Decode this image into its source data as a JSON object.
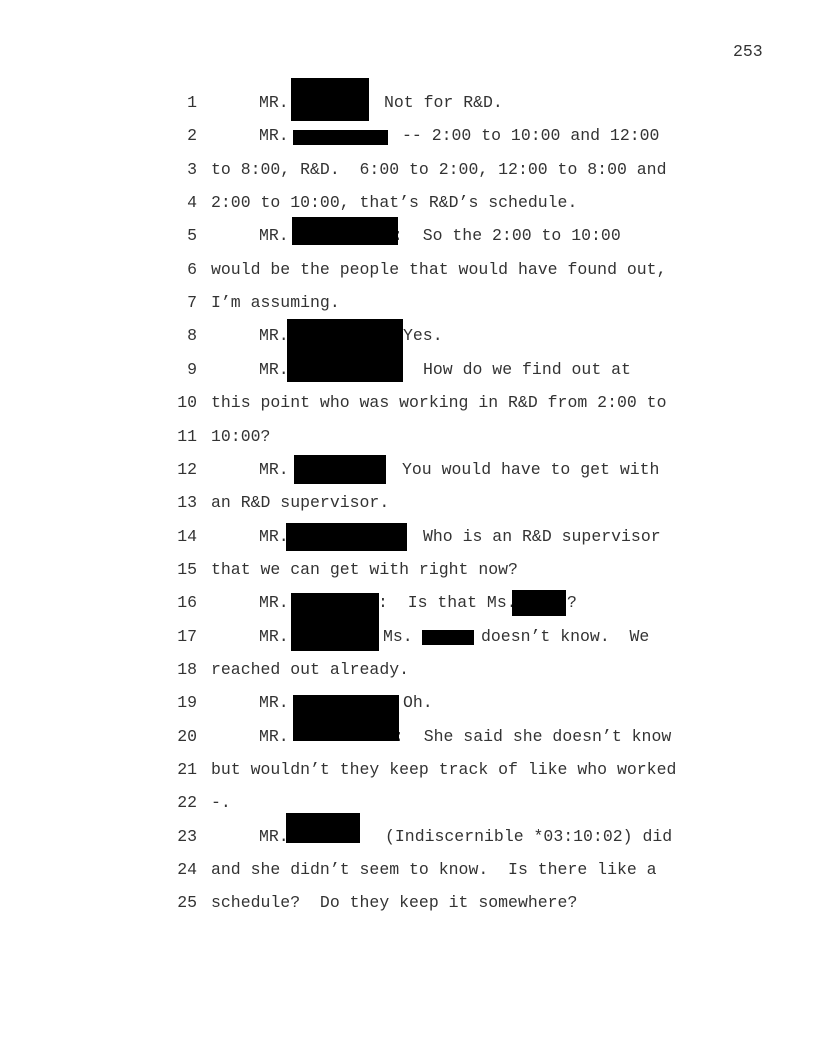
{
  "page_number": "253",
  "lines": [
    {
      "n": "1",
      "parts": [
        "MR.",
        "Not for R&D."
      ]
    },
    {
      "n": "2",
      "parts": [
        "MR.",
        "-- 2:00 to 10:00 and 12:00"
      ]
    },
    {
      "n": "3",
      "parts": [
        "to 8:00, R&D.  6:00 to 2:00, 12:00 to 8:00 and"
      ]
    },
    {
      "n": "4",
      "parts": [
        "2:00 to 10:00, that’s R&D’s schedule."
      ]
    },
    {
      "n": "5",
      "parts": [
        "MR.",
        ":  So the 2:00 to 10:00"
      ]
    },
    {
      "n": "6",
      "parts": [
        "would be the people that would have found out,"
      ]
    },
    {
      "n": "7",
      "parts": [
        "I’m assuming."
      ]
    },
    {
      "n": "8",
      "parts": [
        "MR.",
        "Yes."
      ]
    },
    {
      "n": "9",
      "parts": [
        "MR.",
        "How do we find out at"
      ]
    },
    {
      "n": "10",
      "parts": [
        "this point who was working in R&D from 2:00 to"
      ]
    },
    {
      "n": "11",
      "parts": [
        "10:00?"
      ]
    },
    {
      "n": "12",
      "parts": [
        "MR.",
        "You would have to get with"
      ]
    },
    {
      "n": "13",
      "parts": [
        "an R&D supervisor."
      ]
    },
    {
      "n": "14",
      "parts": [
        "MR.",
        "Who is an R&D supervisor"
      ]
    },
    {
      "n": "15",
      "parts": [
        "that we can get with right now?"
      ]
    },
    {
      "n": "16",
      "parts": [
        "MR.",
        ":  Is that Ms.",
        "?"
      ]
    },
    {
      "n": "17",
      "parts": [
        "MR.",
        "Ms.",
        "doesn’t know.  We"
      ]
    },
    {
      "n": "18",
      "parts": [
        "reached out already."
      ]
    },
    {
      "n": "19",
      "parts": [
        "MR.",
        "Oh."
      ]
    },
    {
      "n": "20",
      "parts": [
        "MR.",
        ":  She said she doesn’t know"
      ]
    },
    {
      "n": "21",
      "parts": [
        "but wouldn’t they keep track of like who worked"
      ]
    },
    {
      "n": "22",
      "parts": [
        "-."
      ]
    },
    {
      "n": "23",
      "parts": [
        "MR.",
        "(Indiscernible *03:10:02) did"
      ]
    },
    {
      "n": "24",
      "parts": [
        "and she didn’t seem to know.  Is there like a"
      ]
    },
    {
      "n": "25",
      "parts": [
        "schedule?  Do they keep it somewhere?"
      ]
    }
  ]
}
